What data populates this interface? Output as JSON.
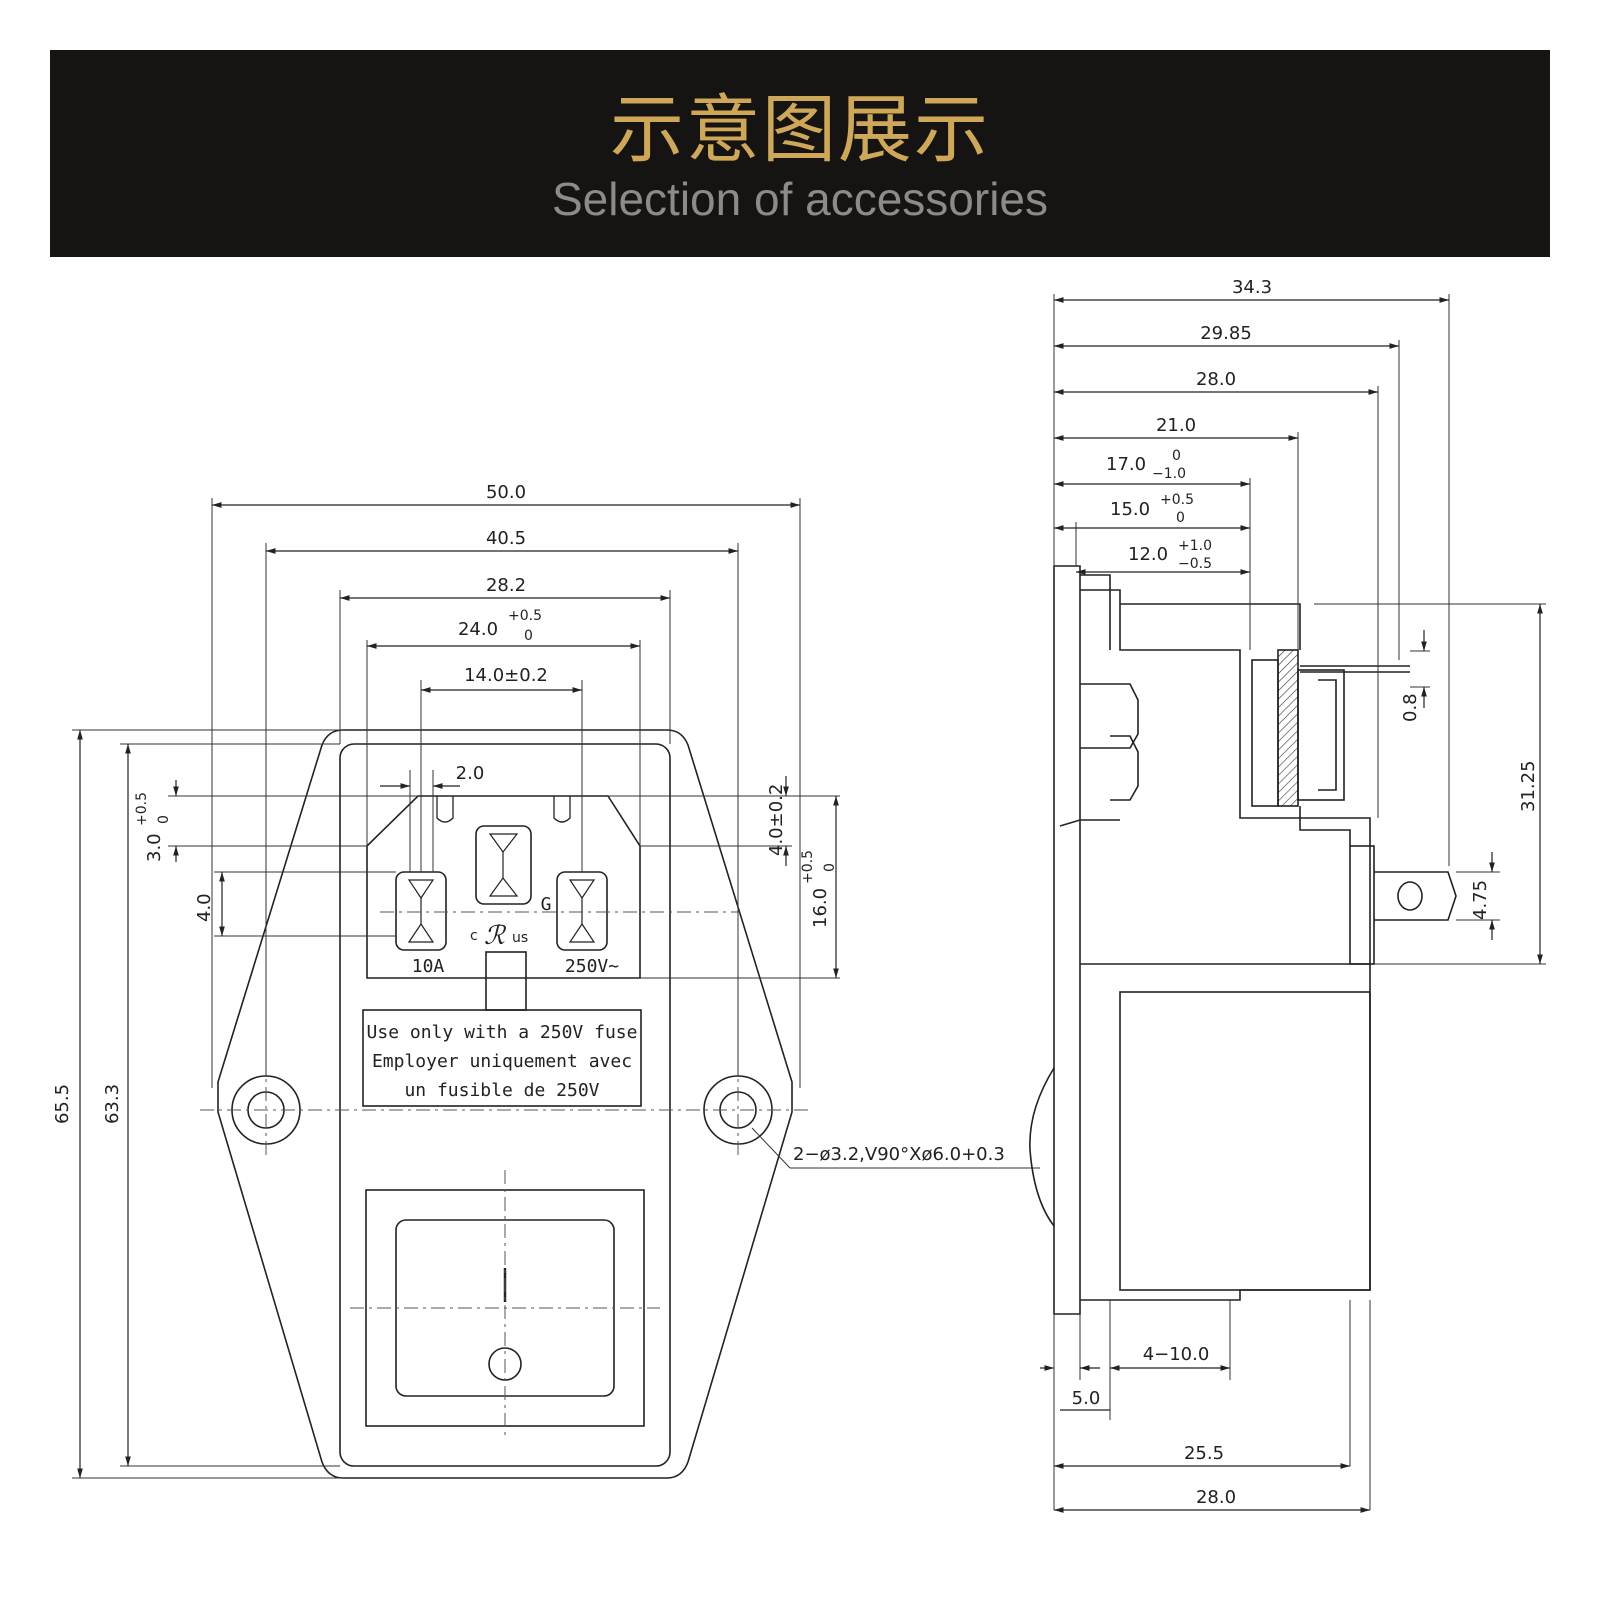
{
  "header": {
    "title_cn": "示意图展示",
    "title_en": "Selection of accessories"
  },
  "front_view": {
    "dims": {
      "width_total": "50.0",
      "width_mount": "40.5",
      "width_panel": "28.2",
      "width_socket": "24.0",
      "width_socket_tol_upper": "+0.5",
      "width_socket_tol_lower": "0",
      "pin_pitch": "14.0±0.2",
      "pin_width": "2.0",
      "top_offset": "3.0",
      "top_offset_tol_upper": "+0.5",
      "top_offset_tol_lower": "0",
      "pin_height": "4.0",
      "right_offset": "4.0±0.2",
      "socket_height": "16.0",
      "socket_height_tol_upper": "+0.5",
      "socket_height_tol_lower": "0",
      "height_total": "65.5",
      "height_inner": "63.3",
      "mount_hole": "2−ø3.2,V90°Xø6.0+0.3"
    },
    "socket_labels": {
      "current": "10A",
      "voltage": "250V~",
      "ground": "G"
    },
    "fuse_notice": {
      "line1": "Use only with a 250V fuse",
      "line2": "Employer uniquement avec",
      "line3": "un fusible de 250V"
    },
    "cert_mark": {
      "c": "c",
      "us": "us"
    },
    "switch_marks": {
      "on": "I",
      "off": "O"
    }
  },
  "side_view": {
    "dims": {
      "d343": "34.3",
      "d2985": "29.85",
      "d280_top": "28.0",
      "d210": "21.0",
      "d170": "17.0",
      "d170_tol_upper": "0",
      "d170_tol_lower": "−1.0",
      "d150": "15.0",
      "d150_tol_upper": "+0.5",
      "d150_tol_lower": "0",
      "d120": "12.0",
      "d120_tol_upper": "+1.0",
      "d120_tol_lower": "−0.5",
      "d08": "0.8",
      "d3125": "31.25",
      "d475": "4.75",
      "d4_10": "4−10.0",
      "d50": "5.0",
      "d255": "25.5",
      "d280_bottom": "28.0"
    }
  }
}
